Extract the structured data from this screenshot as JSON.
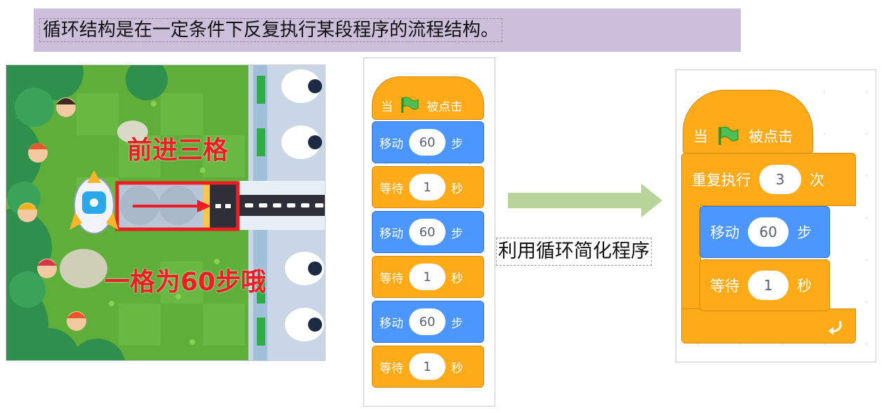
{
  "banner": {
    "text": "循环结构是在一定条件下反复执行某段程序的流程结构。"
  },
  "game": {
    "label_forward": "前进三格",
    "label_step": "一格为60步哦"
  },
  "left_script": {
    "hat": {
      "when": "当",
      "clicked": "被点击"
    },
    "blocks": [
      {
        "kind": "move",
        "label": "移动",
        "value": "60",
        "unit": "步"
      },
      {
        "kind": "wait",
        "label": "等待",
        "value": "1",
        "unit": "秒"
      },
      {
        "kind": "move",
        "label": "移动",
        "value": "60",
        "unit": "步"
      },
      {
        "kind": "wait",
        "label": "等待",
        "value": "1",
        "unit": "秒"
      },
      {
        "kind": "move",
        "label": "移动",
        "value": "60",
        "unit": "步"
      },
      {
        "kind": "wait",
        "label": "等待",
        "value": "1",
        "unit": "秒"
      }
    ]
  },
  "caption": {
    "text": "利用循环简化程序"
  },
  "right_script": {
    "hat": {
      "when": "当",
      "clicked": "被点击"
    },
    "repeat": {
      "label": "重复执行",
      "value": "3",
      "unit": "次"
    },
    "inner": [
      {
        "kind": "move",
        "label": "移动",
        "value": "60",
        "unit": "步"
      },
      {
        "kind": "wait",
        "label": "等待",
        "value": "1",
        "unit": "秒"
      }
    ]
  },
  "colors": {
    "event": "#ffab19",
    "motion": "#4c97ff",
    "control": "#ffab19",
    "banner": "#cbbfdc",
    "arrow": "#b9d49a",
    "highlight": "#ee1d23"
  }
}
